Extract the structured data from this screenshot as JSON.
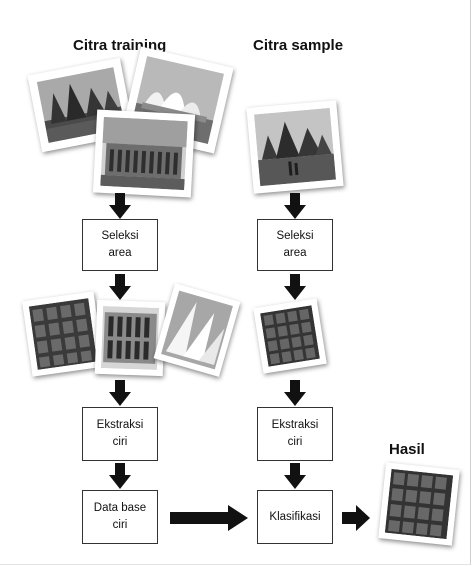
{
  "headings": {
    "training": "Citra training",
    "sample": "Citra sample",
    "result": "Hasil"
  },
  "nodes": {
    "seleksi_training": "Seleksi\narea",
    "seleksi_sample": "Seleksi\narea",
    "ekstraksi_training": "Ekstraksi\nciri",
    "ekstraksi_sample": "Ekstraksi\nciri",
    "database": "Data base\nciri",
    "klasifikasi": "Klasifikasi"
  },
  "photos": [
    "temple-photo",
    "opera-house-photo",
    "colonial-building-photo",
    "temple-sample-photo",
    "relief-texture-photo",
    "building-facade-photo",
    "roof-shells-photo",
    "relief-sample-photo",
    "relief-result-photo"
  ],
  "colors": {
    "arrow": "#111111",
    "border": "#333333"
  }
}
